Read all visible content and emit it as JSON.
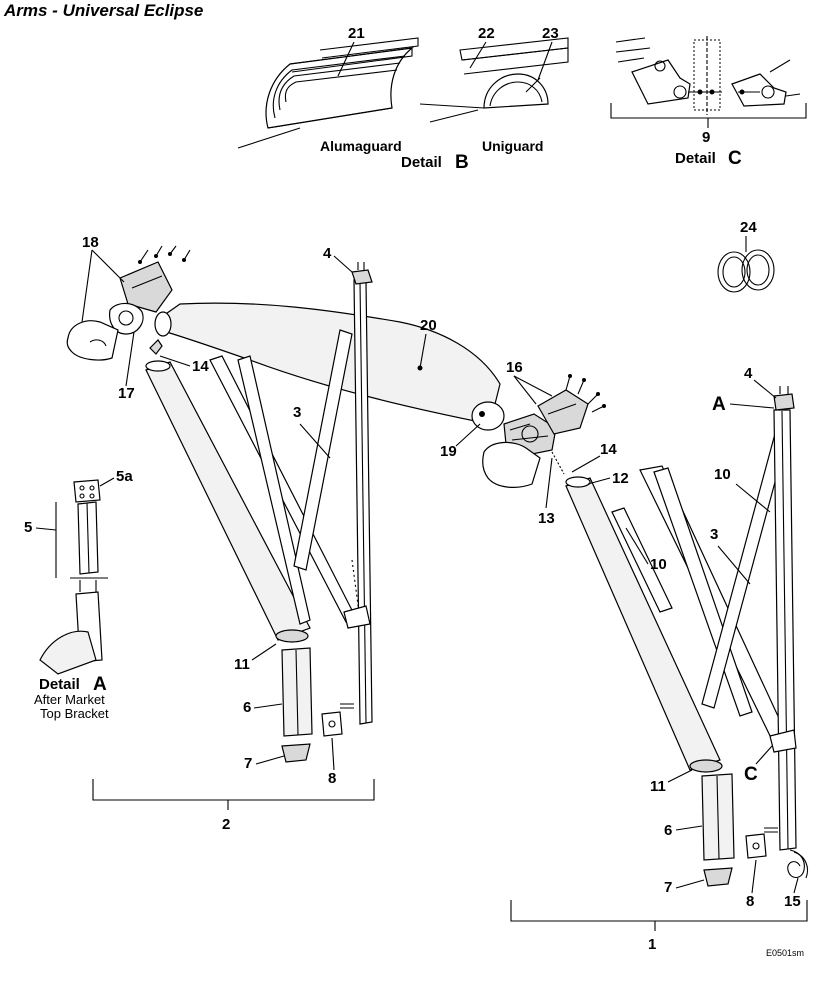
{
  "title": "Arms - Universal Eclipse",
  "callouts": {
    "n1": "1",
    "n2": "2",
    "n3a": "3",
    "n3b": "3",
    "n4a": "4",
    "n4b": "4",
    "n5": "5",
    "n5a": "5a",
    "n6a": "6",
    "n6b": "6",
    "n7a": "7",
    "n7b": "7",
    "n8a": "8",
    "n8b": "8",
    "n9": "9",
    "n10a": "10",
    "n10b": "10",
    "n11a": "11",
    "n11b": "11",
    "n12": "12",
    "n13": "13",
    "n14a": "14",
    "n14b": "14",
    "n15": "15",
    "n16": "16",
    "n17": "17",
    "n18": "18",
    "n19": "19",
    "n20": "20",
    "n21": "21",
    "n22": "22",
    "n23": "23",
    "n24": "24",
    "letterA": "A",
    "letterC": "C"
  },
  "detail_b": {
    "word": "Detail",
    "letter": "B",
    "alumaguard": "Alumaguard",
    "uniguard": "Uniguard"
  },
  "detail_c": {
    "word": "Detail",
    "letter": "C"
  },
  "detail_a": {
    "word": "Detail",
    "letter": "A",
    "line1": "After Market",
    "line2": "Top Bracket"
  },
  "figure_code": "E0501sm"
}
